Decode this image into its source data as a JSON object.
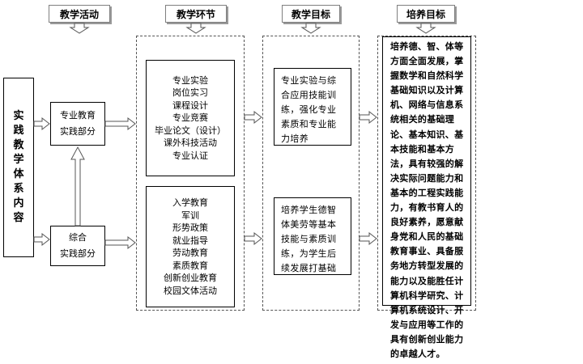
{
  "headers": {
    "activities": "教学活动",
    "links": "教学环节",
    "goals": "教学目标",
    "cultivation": "培养目标"
  },
  "system_title": [
    "实",
    "践",
    "教",
    "学",
    "体",
    "系",
    "内",
    "容"
  ],
  "professional": {
    "label_line1": "专业教育",
    "label_line2": "实践部分",
    "items": [
      "专业实验",
      "岗位实习",
      "课程设计",
      "专业竞赛",
      "毕业论文（设计）",
      "课外科技活动",
      "专业认证"
    ],
    "goal": "专业实验与综合应用技能训练，强化专业素质和专业能力培养"
  },
  "comprehensive": {
    "label_line1": "综合",
    "label_line2": "实践部分",
    "items": [
      "入学教育",
      "军训",
      "形势政策",
      "就业指导",
      "劳动教育",
      "素质教育",
      "创新创业教育",
      "校园文体活动"
    ],
    "goal": "培养学生德智体美劳等基本技能与素质训练，为学生后续发展打基础"
  },
  "cultivation_goal": "培养德、智、体等方面全面发展，掌握数学和自然科学基础知识以及计算机、网络与信息系统相关的基础理论、基本知识、基本技能和基本方法，具有较强的解决实际问题能力和基本的工程实践能力，有教书育人的良好素养，愿意献身党和人民的基础教育事业、具备服务地方转型发展的能力以及能胜任计算机科学研究、计算机系统设计、开发与应用等工作的具有创新创业能力的卓越人才。"
}
